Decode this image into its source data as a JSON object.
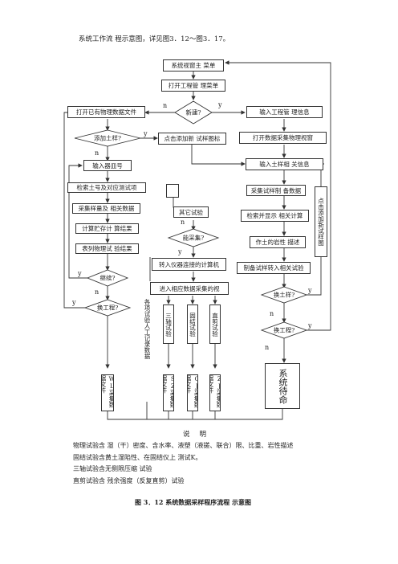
{
  "intro": "系统工作流 程示意图，详见图3．12～图3．17。",
  "boxes": {
    "main_window": "系统视窗主 菜单",
    "open_project": "打开工程管 理菜单",
    "open_existing": "打开已有物理数据文件",
    "input_project": "输入工程管 理信息",
    "click_add": "点击添加新 试样图标",
    "open_data_window": "打开数据采集物理视窗",
    "input_id": "输入器皿号",
    "input_sample": "输入土样相 关信息",
    "search_soil": "检索土号及对应测试项",
    "collect_prep": "采集试样制 备数据",
    "collect_sample": "采集样量及 相关数据",
    "search_display": "检索并显示 相关计算",
    "compute_temp": "计算贮存计 算结果",
    "soil_desc": "作土的岩性 描述",
    "table_results": "表列物理试 验结果",
    "prep_transfer": "制备试样转入相关试验",
    "other_tests": "其它试验",
    "transfer_pc": "转入仪器连接的计算机",
    "enter_window": "进入相应数据采集的视",
    "click_add_vertical": "点击添加新试样图",
    "triaxial": "三轴试验",
    "consolidation": "固结试验",
    "direct_shear": "直剪试验",
    "manual_record": "各项试验人工记录数据",
    "file_wl": "WL采集数据文件",
    "file_sz": "SZ采集数据文件",
    "file_gj": "GJ采集数据文件",
    "file_zj": "ZJ采集数据文件",
    "standby": "系统待命"
  },
  "diamonds": {
    "new_build": "新建?",
    "add_sample": "添加土样?",
    "can_collect": "能采集?",
    "continue": "继续?",
    "change_project_left": "换工程?",
    "change_sample": "换土样?",
    "change_project_right": "换工程?"
  },
  "labels": {
    "y": "y",
    "n": "n"
  },
  "legend": {
    "title": "说明",
    "line1": "物理试验含 湿（干）密度、含水率、液塑（液搓、联合）限、比重、岩性描述",
    "line2": "固结试验含黄土湿陷性、在固结仪上 测试K。",
    "line3": "三轴试验含无侧限压缩 试验",
    "line4": "直剪试验含 残余强度（反复直剪）试验"
  },
  "caption": "图 3．12 系统数据采样程序流程 示意图"
}
